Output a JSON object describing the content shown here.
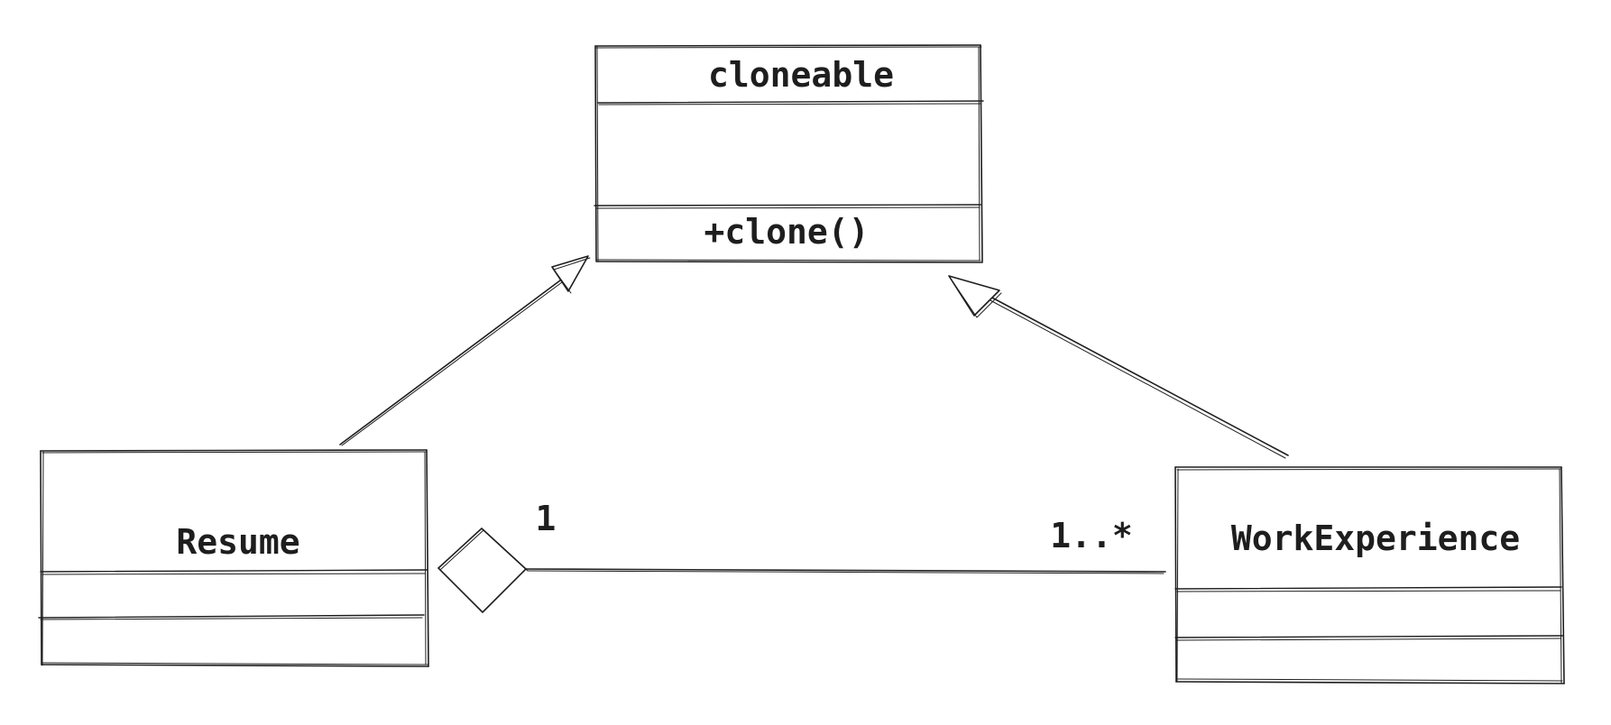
{
  "diagram": {
    "classes": {
      "cloneable": {
        "name": "cloneable",
        "method": "+clone()"
      },
      "resume": {
        "name": "Resume"
      },
      "work_experience": {
        "name": "WorkExperience"
      }
    },
    "aggregation": {
      "multiplicity_source": "1",
      "multiplicity_target": "1..*"
    }
  }
}
